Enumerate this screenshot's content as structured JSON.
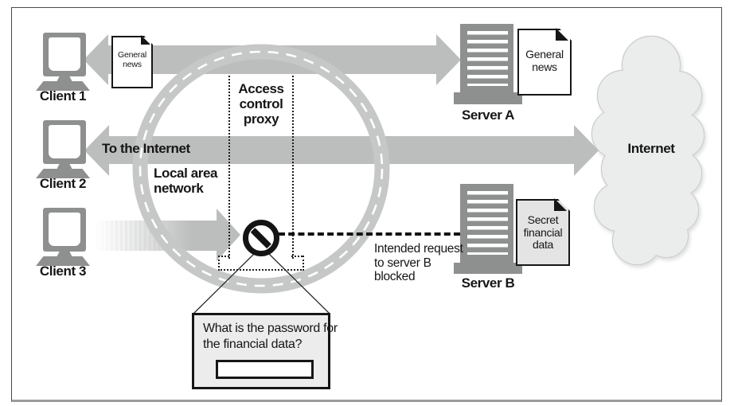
{
  "diagram": {
    "clients": [
      {
        "label": "Client 1"
      },
      {
        "label": "Client 2"
      },
      {
        "label": "Client 3"
      }
    ],
    "top_flow": {
      "document": {
        "line1": "General",
        "line2": "news"
      }
    },
    "middle_flow": {
      "label": "To the Internet"
    },
    "ring": {
      "lan_label": {
        "line1": "Local area",
        "line2": "network"
      },
      "proxy_label": {
        "line1": "Access",
        "line2": "control",
        "line3": "proxy"
      }
    },
    "blocked_note": {
      "line1": "Intended request",
      "line2": "to server B",
      "line3": "blocked"
    },
    "server_a": {
      "label": "Server A",
      "document": {
        "line1": "General",
        "line2": "news"
      }
    },
    "server_b": {
      "label": "Server B",
      "document": {
        "line1": "Secret",
        "line2": "financial",
        "line3": "data"
      }
    },
    "internet": {
      "label": "Internet"
    },
    "callout": {
      "line1": "What is the password for",
      "line2": "the financial data?",
      "input_value": ""
    },
    "colors": {
      "arrow_gray": "#bcbebd",
      "ring_gray": "#c6c8c7",
      "device_gray": "#8e9090",
      "cloud_fill": "#ebecec",
      "cloud_outline": "#cdcece",
      "callout_fill": "#ececec",
      "secret_doc_fill": "#e3e4e3",
      "ink": "#161616"
    }
  }
}
